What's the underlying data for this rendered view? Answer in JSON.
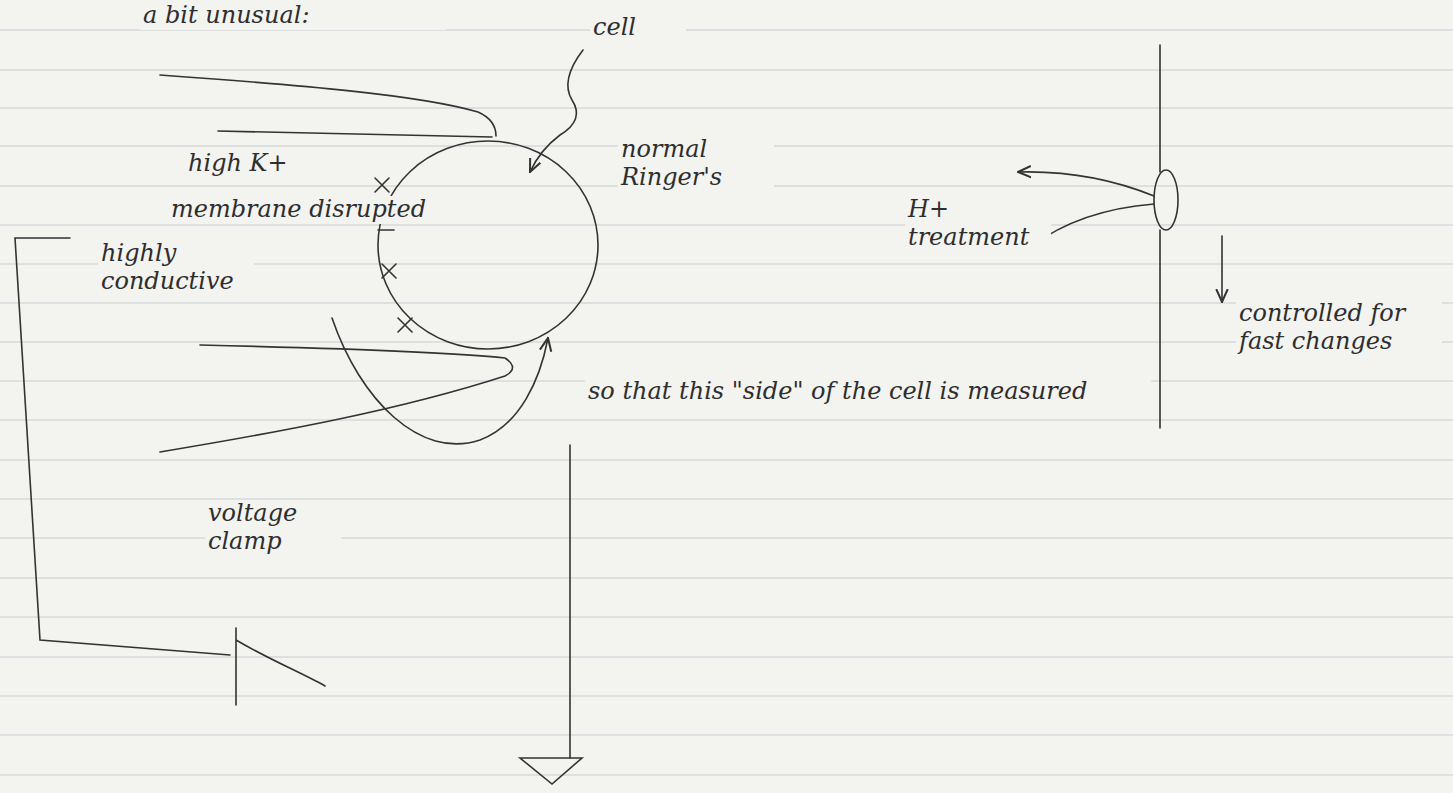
{
  "diagram": {
    "labels": [
      "a bit unusual:",
      "cell",
      "high K+",
      "membrane disrupted",
      "highly conductive",
      "normal Ringer's",
      "so that this \"side\" of the cell is measured",
      "voltage clamp",
      "H+ treatment",
      "controlled for fast changes"
    ]
  }
}
